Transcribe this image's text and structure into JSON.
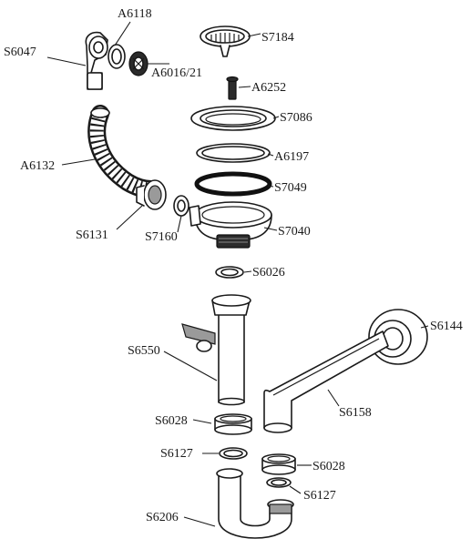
{
  "diagram": {
    "parts": {
      "s6047": "S6047",
      "a6118": "A6118",
      "a6016": "A6016/21",
      "s7184": "S7184",
      "a6252": "A6252",
      "s7086": "S7086",
      "a6132": "A6132",
      "a6197": "A6197",
      "s7049": "S7049",
      "s6131": "S6131",
      "s7160": "S7160",
      "s7040": "S7040",
      "s6026": "S6026",
      "s6144": "S6144",
      "s6550": "S6550",
      "s6158": "S6158",
      "s6028a": "S6028",
      "s6127a": "S6127",
      "s6028b": "S6028",
      "s6127b": "S6127",
      "s6206": "S6206"
    }
  }
}
